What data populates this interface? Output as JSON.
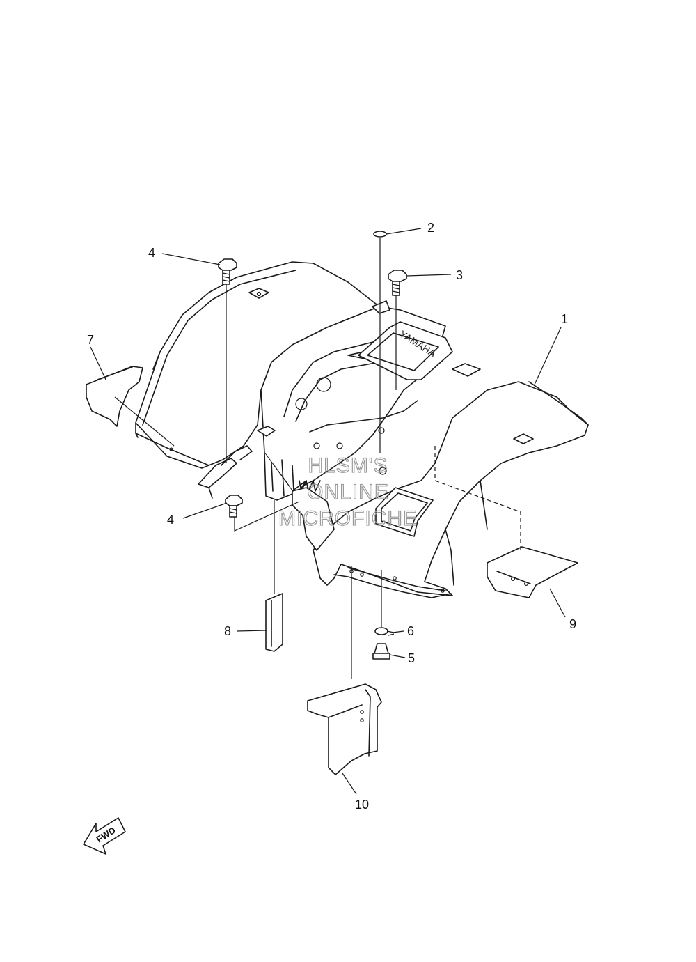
{
  "diagram": {
    "brand_text": "YAMAHA",
    "direction_label": "FWD",
    "watermark_lines": [
      "HLSM'S",
      "ONLINE",
      "MICROFICHE"
    ],
    "callouts": [
      {
        "id": "1",
        "label": "1"
      },
      {
        "id": "2",
        "label": "2"
      },
      {
        "id": "3",
        "label": "3"
      },
      {
        "id": "4a",
        "label": "4"
      },
      {
        "id": "4b",
        "label": "4"
      },
      {
        "id": "5",
        "label": "5"
      },
      {
        "id": "6",
        "label": "6"
      },
      {
        "id": "7",
        "label": "7"
      },
      {
        "id": "8",
        "label": "8"
      },
      {
        "id": "9",
        "label": "9"
      },
      {
        "id": "10",
        "label": "10"
      }
    ]
  }
}
